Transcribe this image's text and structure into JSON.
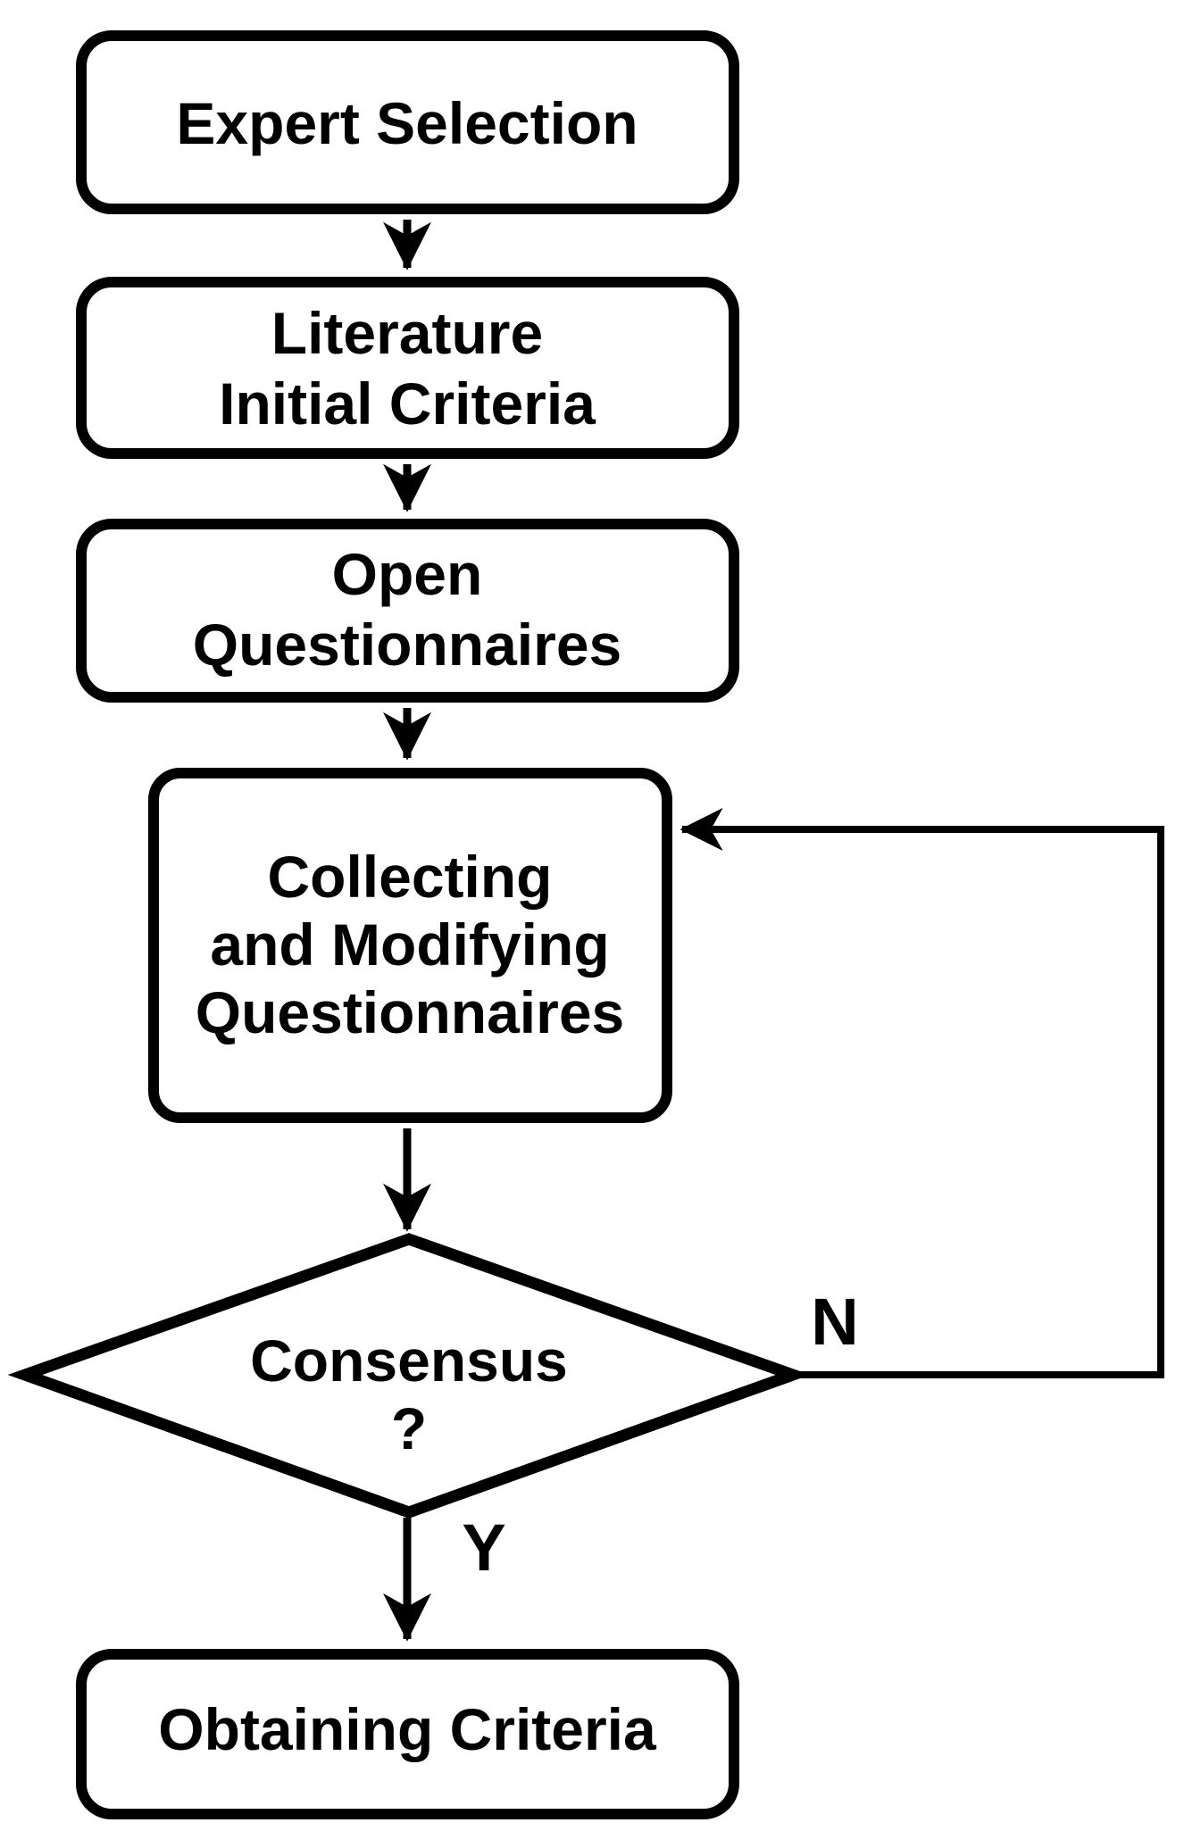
{
  "diagram": {
    "colors": {
      "background": "#ffffff",
      "stroke": "#000000",
      "text": "#000000"
    },
    "nodes": [
      {
        "id": "expert-selection",
        "shape": "rounded-rect",
        "lines": [
          "Expert Selection"
        ]
      },
      {
        "id": "literature-initial-criteria",
        "shape": "rounded-rect",
        "lines": [
          "Literature",
          "Initial Criteria"
        ]
      },
      {
        "id": "open-questionnaires",
        "shape": "rounded-rect",
        "lines": [
          "Open",
          "Questionnaires"
        ]
      },
      {
        "id": "collecting-and-modifying-questionnaires",
        "shape": "rounded-rect",
        "lines": [
          "Collecting",
          "and Modifying",
          "Questionnaires"
        ]
      },
      {
        "id": "consensus",
        "shape": "diamond",
        "lines": [
          "Consensus",
          "?"
        ]
      },
      {
        "id": "obtaining-criteria",
        "shape": "rounded-rect",
        "lines": [
          "Obtaining Criteria"
        ]
      }
    ],
    "edge_labels": {
      "yes": "Y",
      "no": "N"
    }
  }
}
